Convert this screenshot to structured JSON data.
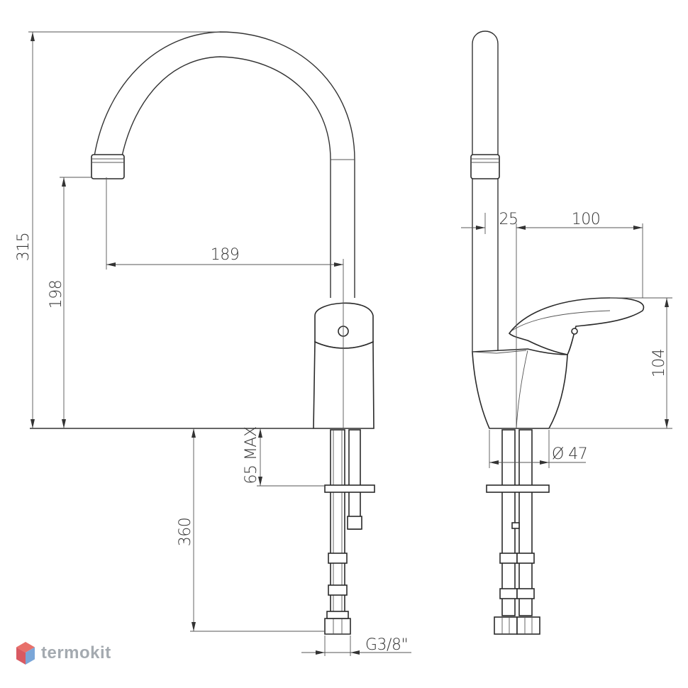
{
  "dimensions": {
    "height_total": "315",
    "height_spout": "198",
    "spout_reach": "189",
    "deck_max": "65 MAX",
    "hose_length": "360",
    "connection": "G3/8\"",
    "side_offset": "25",
    "lever_reach": "100",
    "body_height": "104",
    "base_diameter": "Ø 47"
  },
  "watermark": {
    "text": "termokit",
    "colors": {
      "top": "#e8706a",
      "bottom": "#7aa6d8"
    }
  },
  "colors": {
    "ink": "#333333",
    "background": "#ffffff"
  }
}
